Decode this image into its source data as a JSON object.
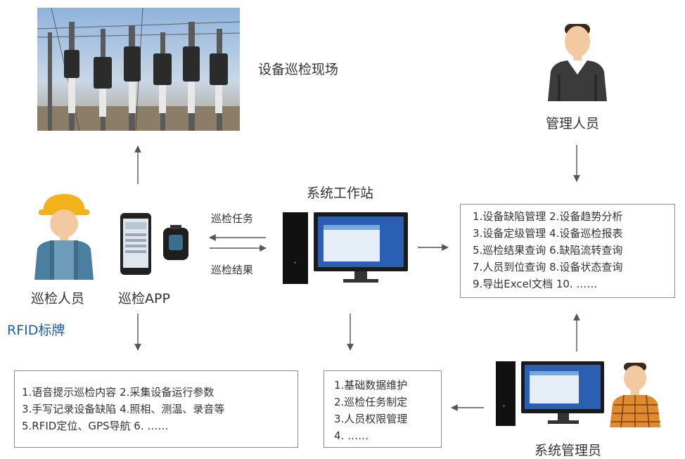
{
  "site_label": "设备巡检现场",
  "manager_label": "管理人员",
  "workstation_label": "系统工作站",
  "inspector_label": "巡检人员",
  "app_label": "巡检APP",
  "rfid_label": "RFID标牌",
  "task_label": "巡检任务",
  "result_label": "巡检结果",
  "sysadmin_label": "系统管理员",
  "functions_box": [
    "1.设备缺陷管理  2.设备趋势分析",
    "3.设备定级管理  4.设备巡检报表",
    "5.巡检结果查询  6.缺陷流转查询",
    "7.人员到位查询  8.设备状态查询",
    "9.导出Excel文档  10.      ……"
  ],
  "app_box": [
    "1.语音提示巡检内容  2.采集设备运行参数",
    "3.手写记录设备缺陷  4.照相、测温、录音等",
    "5.RFID定位、GPS导航  6.      ……"
  ],
  "admin_box": [
    "1.基础数据维护",
    "2.巡检任务制定",
    "3.人员权限管理",
    "4.  ……"
  ],
  "colors": {
    "accent_blue": "#1a5fa8",
    "arrow": "#555555",
    "border": "#8c8c8c",
    "text": "#333333"
  }
}
